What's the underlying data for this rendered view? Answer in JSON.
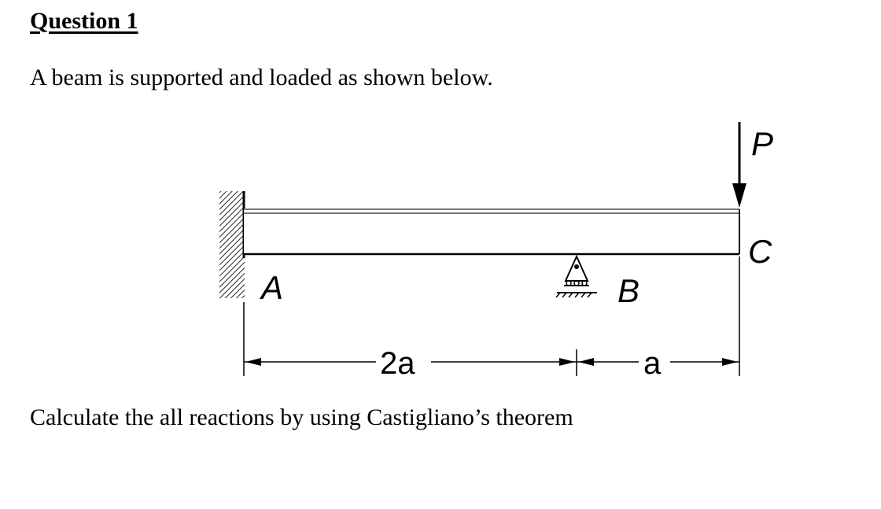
{
  "question": {
    "heading": "Question 1",
    "intro": "A beam is supported and loaded as shown below.",
    "prompt": "Calculate the all reactions by using Castigliano’s theorem"
  },
  "diagram": {
    "labels": {
      "point_a": "A",
      "point_b": "B",
      "point_c": "C",
      "load": "P",
      "span_ab": "2a",
      "span_bc": "a"
    }
  }
}
